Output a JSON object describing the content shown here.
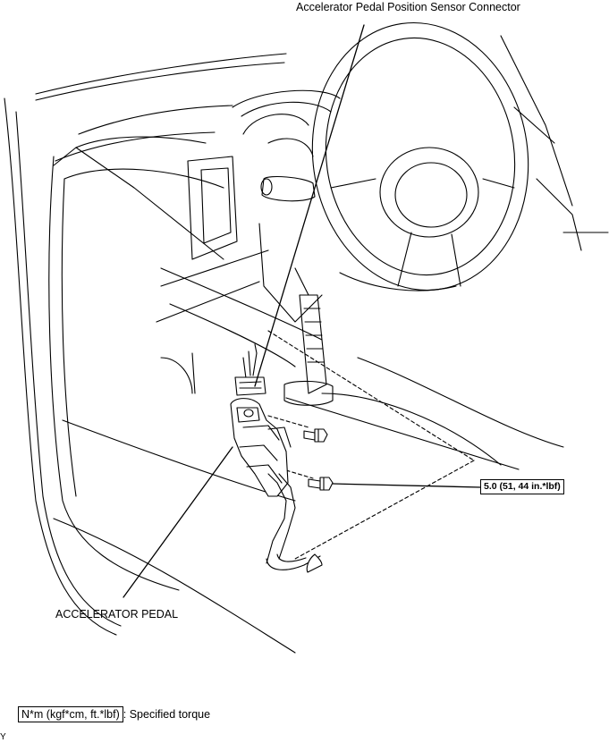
{
  "labels": {
    "connector": "Accelerator Pedal Position Sensor Connector",
    "pedal": "ACCELERATOR PEDAL",
    "torque": "5.0 (51, 44 in.*lbf)"
  },
  "legend": {
    "unit_box": "N*m (kgf*cm, ft.*lbf)",
    "separator": ":",
    "description": "Specified torque"
  },
  "corner_mark": "Y"
}
